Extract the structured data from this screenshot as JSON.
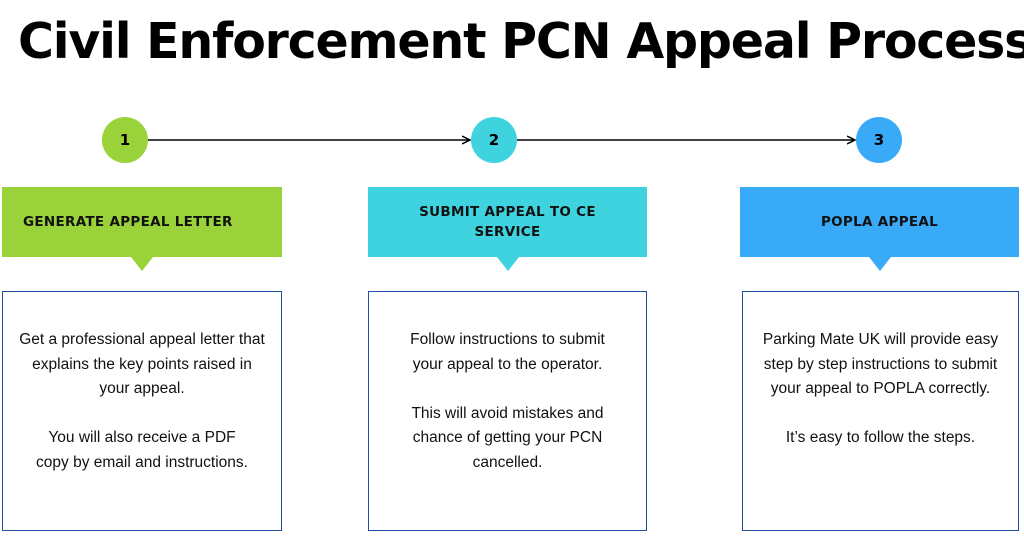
{
  "title": "Civil Enforcement PCN Appeal Process",
  "colors": {
    "step1": "#9ad23a",
    "step2": "#3fd3e0",
    "step3": "#38aaf8",
    "card_border": "#1f4fa0",
    "connector": "#000000"
  },
  "steps": [
    {
      "number": "1",
      "heading": "GENERATE APPEAL LETTER",
      "paragraphs": [
        "Get a professional appeal letter that explains the key points raised in your appeal.",
        "You will also receive a PDF copy by email and instructions."
      ]
    },
    {
      "number": "2",
      "heading": "SUBMIT APPEAL TO CE SERVICE",
      "paragraphs": [
        "Follow instructions to submit your appeal to the operator.",
        "This will avoid mistakes and chance of getting your PCN cancelled."
      ]
    },
    {
      "number": "3",
      "heading": "POPLA APPEAL",
      "paragraphs": [
        "Parking Mate UK will provide easy step by step instructions to submit your appeal to POPLA correctly.",
        "It’s easy to follow the steps."
      ]
    }
  ]
}
